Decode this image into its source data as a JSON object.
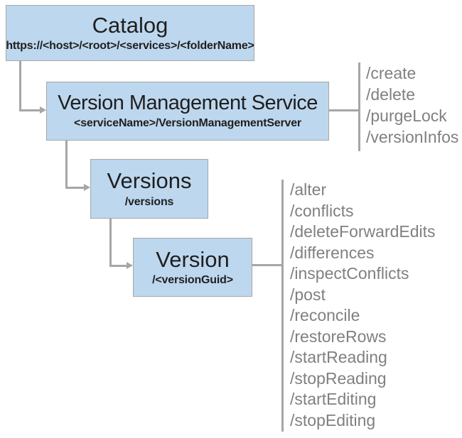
{
  "diagram": {
    "boxes": {
      "catalog": {
        "title": "Catalog",
        "path": "https://<host>/<root>/<services>/<folderName>"
      },
      "service": {
        "title": "Version Management Service",
        "path": "<serviceName>/VersionManagementServer",
        "operations": [
          "/create",
          "/delete",
          "/purgeLock",
          "/versionInfos"
        ]
      },
      "versions": {
        "title": "Versions",
        "path": "/versions"
      },
      "version": {
        "title": "Version",
        "path": "/<versionGuid>",
        "operations": [
          "/alter",
          "/conflicts",
          "/deleteForwardEdits",
          "/differences",
          "/inspectConflicts",
          "/post",
          "/reconcile",
          "/restoreRows",
          "/startReading",
          "/stopReading",
          "/startEditing",
          "/stopEditing"
        ]
      }
    },
    "colors": {
      "box_fill": "#BDD7EE",
      "box_border": "#A6A6A6",
      "connector": "#A6A6A6",
      "operation_text": "#808080",
      "title_text": "#1F1F1F"
    }
  }
}
